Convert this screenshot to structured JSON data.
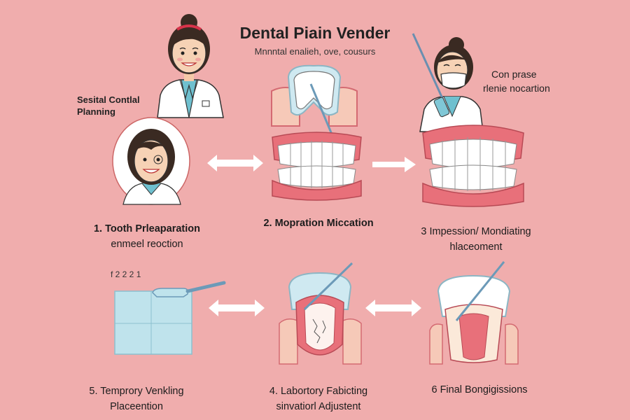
{
  "header": {
    "title": "Dental Piain Vender",
    "subtitle": "Mnnntal enalieh, ove, cousurs"
  },
  "side_labels": {
    "left": [
      "Sesital Contlal",
      "Planning"
    ],
    "right": [
      "Con prase",
      "rlenie nocartion"
    ]
  },
  "steps": [
    {
      "line1": "1. Tooth Prleaparation",
      "line2": "enmeel reoction"
    },
    {
      "line1": "2.  Mopration Miccation",
      "line2": ""
    },
    {
      "line1": "3 Impession/ Mondiating",
      "line2": "hlaceoment"
    },
    {
      "line1": "5. Temprory Venkling",
      "line2": "Placeention"
    },
    {
      "line1": "4. Labortory Fabicting",
      "line2": "sinvatiorl Adjustent"
    },
    {
      "line1": "6  Final Bongigissions",
      "line2": ""
    }
  ],
  "doodle_text": "f  2 2 2 1",
  "colors": {
    "background": "#f0adad",
    "gum": "#e8707a",
    "tooth": "#ffffff",
    "scrub": "#7fc7d6",
    "arrow": "#ffffff"
  },
  "icons": [
    "dentist-woman-icon",
    "patient-woman-icon",
    "dentist-mask-icon",
    "tooth-crown-icon",
    "teeth-model-icon",
    "dental-impression-tray-icon",
    "prepared-tooth-icon",
    "final-crown-icon",
    "double-arrow-icon",
    "right-arrow-icon"
  ]
}
